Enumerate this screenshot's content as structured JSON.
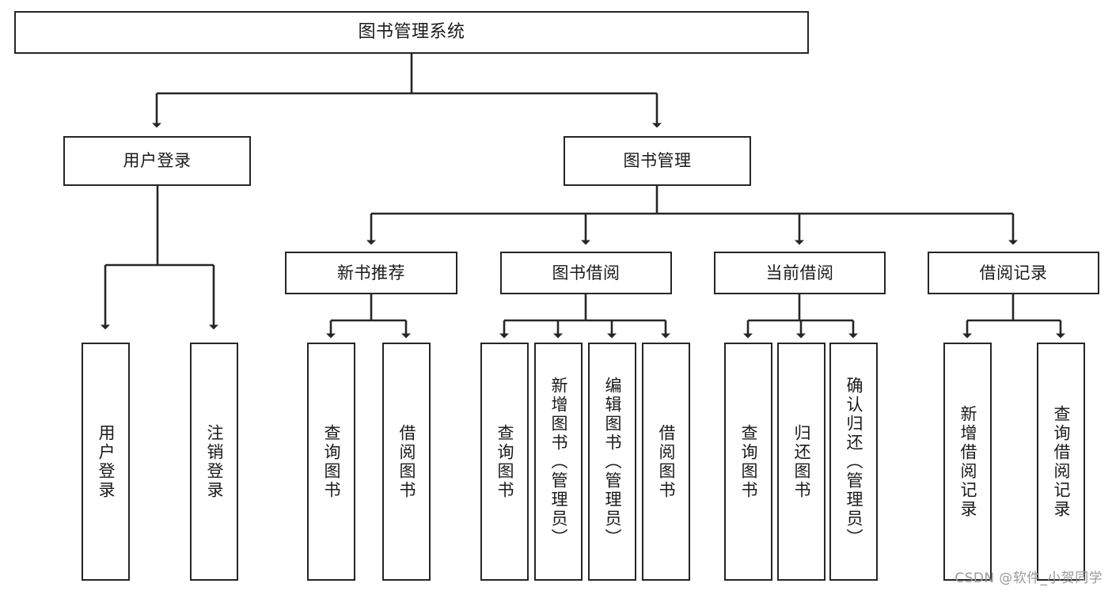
{
  "diagram": {
    "title": "图书管理系统",
    "type": "tree",
    "watermark": "CSDN @软件_小贺同学",
    "colors": {
      "box_border": "#262626",
      "box_fill": "#ffffff",
      "connector": "#262626",
      "text": "#1a1a1a",
      "watermark": "#9a9a9a",
      "background": "#ffffff"
    },
    "root": {
      "label": "图书管理系统",
      "orientation": "horizontal"
    },
    "level2": [
      {
        "label": "用户登录",
        "orientation": "horizontal"
      },
      {
        "label": "图书管理",
        "orientation": "horizontal"
      }
    ],
    "level3": [
      {
        "label": "新书推荐",
        "orientation": "horizontal",
        "parent": "图书管理"
      },
      {
        "label": "图书借阅",
        "orientation": "horizontal",
        "parent": "图书管理"
      },
      {
        "label": "当前借阅",
        "orientation": "horizontal",
        "parent": "图书管理"
      },
      {
        "label": "借阅记录",
        "orientation": "horizontal",
        "parent": "图书管理"
      }
    ],
    "leaves": {
      "user_login": [
        {
          "label": "用户登录",
          "orientation": "vertical"
        },
        {
          "label": "注销登录",
          "orientation": "vertical"
        }
      ],
      "new_book_recommend": [
        {
          "label": "查询图书",
          "orientation": "vertical"
        },
        {
          "label": "借阅图书",
          "orientation": "vertical"
        }
      ],
      "book_borrow": [
        {
          "label": "查询图书",
          "orientation": "vertical"
        },
        {
          "label": "新增图书（管理员）",
          "orientation": "vertical"
        },
        {
          "label": "编辑图书（管理员）",
          "orientation": "vertical"
        },
        {
          "label": "借阅图书",
          "orientation": "vertical"
        }
      ],
      "current_borrow": [
        {
          "label": "查询图书",
          "orientation": "vertical"
        },
        {
          "label": "归还图书",
          "orientation": "vertical"
        },
        {
          "label": "确认归还（管理员）",
          "orientation": "vertical"
        }
      ],
      "borrow_record": [
        {
          "label": "新增借阅记录",
          "orientation": "vertical"
        },
        {
          "label": "查询借阅记录",
          "orientation": "vertical"
        }
      ]
    }
  }
}
